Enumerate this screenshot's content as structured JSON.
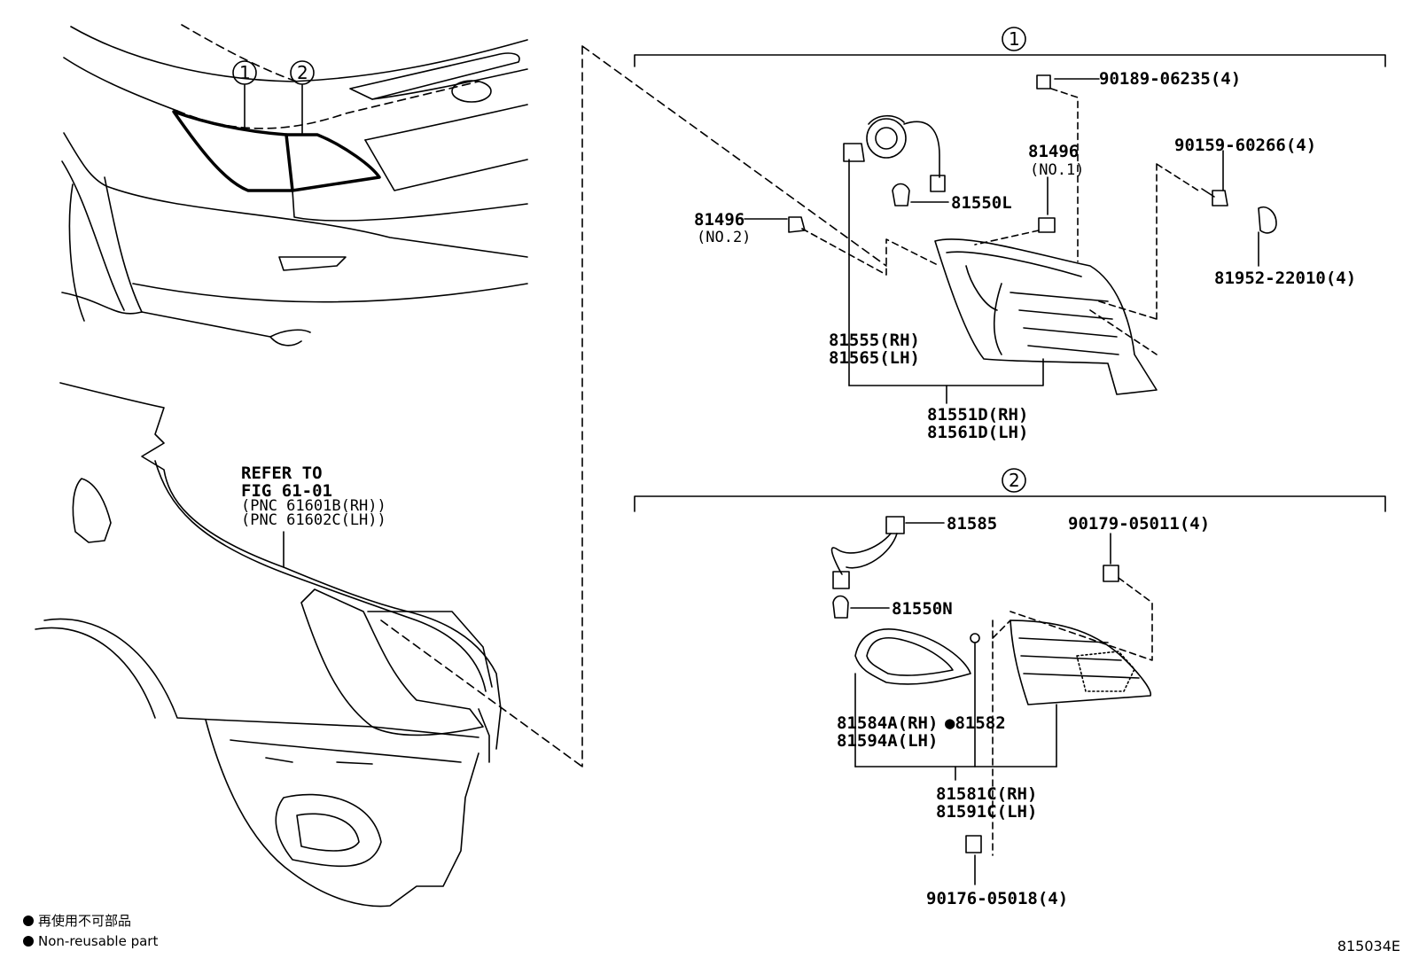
{
  "callouts": {
    "c1": "1",
    "c2": "2"
  },
  "refer": {
    "line1": "REFER TO",
    "line2": "FIG 61-01",
    "line3": "(PNC 61601B(RH))",
    "line4": "(PNC 61602C(LH))"
  },
  "group1": {
    "p90189": "90189-06235(4)",
    "p81496_no1": "81496",
    "p81496_no1_sub": "(NO.1)",
    "p90159": "90159-60266(4)",
    "p81496_no2": "81496",
    "p81496_no2_sub": "(NO.2)",
    "p81550L": "81550L",
    "p81952": "81952-22010(4)",
    "p81555": "81555(RH)",
    "p81565": "81565(LH)",
    "p81551D": "81551D(RH)",
    "p81561D": "81561D(LH)"
  },
  "group2": {
    "p81585": "81585",
    "p90179": "90179-05011(4)",
    "p81550N": "81550N",
    "p81584A": "81584A(RH)",
    "p81594A": "81594A(LH)",
    "p81582": "●81582",
    "p81581C": "81581C(RH)",
    "p81591C": "81591C(LH)",
    "p90176": "90176-05018(4)"
  },
  "legend": {
    "jp": "再使用不可部品",
    "en": "Non-reusable part"
  },
  "figure_id": "815034E"
}
